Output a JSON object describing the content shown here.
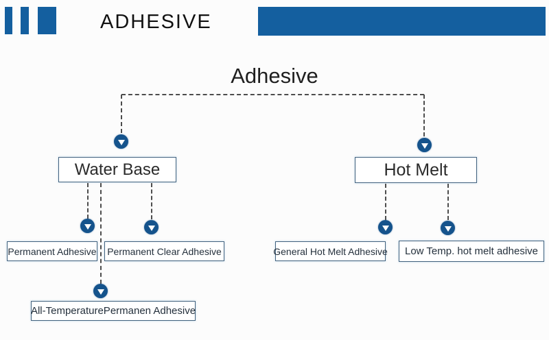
{
  "header": {
    "brand": "ADHESIVE",
    "accent_color": "#145f9f"
  },
  "tree": {
    "root_label": "Adhesive",
    "level1": [
      {
        "id": "water-base",
        "label": "Water Base"
      },
      {
        "id": "hot-melt",
        "label": "Hot Melt"
      }
    ],
    "level2": [
      {
        "parent": "water-base",
        "label": "Permanent Adhesive"
      },
      {
        "parent": "water-base",
        "label": "Permanent Clear Adhesive"
      },
      {
        "parent": "water-base",
        "label": "All-TemperaturePermanen Adhesive"
      },
      {
        "parent": "hot-melt",
        "label": "General Hot Melt Adhesive"
      },
      {
        "parent": "hot-melt",
        "label": "Low Temp. hot melt adhesive"
      }
    ]
  },
  "icons": {
    "connector_arrow": "down-arrow-in-circle-icon"
  },
  "colors": {
    "accent_blue": "#145f9f",
    "arrow_circle_blue": "#15538c",
    "node_border": "#42627e",
    "connector_gray": "#4c4c4c",
    "title_text": "#1f1f1f"
  }
}
